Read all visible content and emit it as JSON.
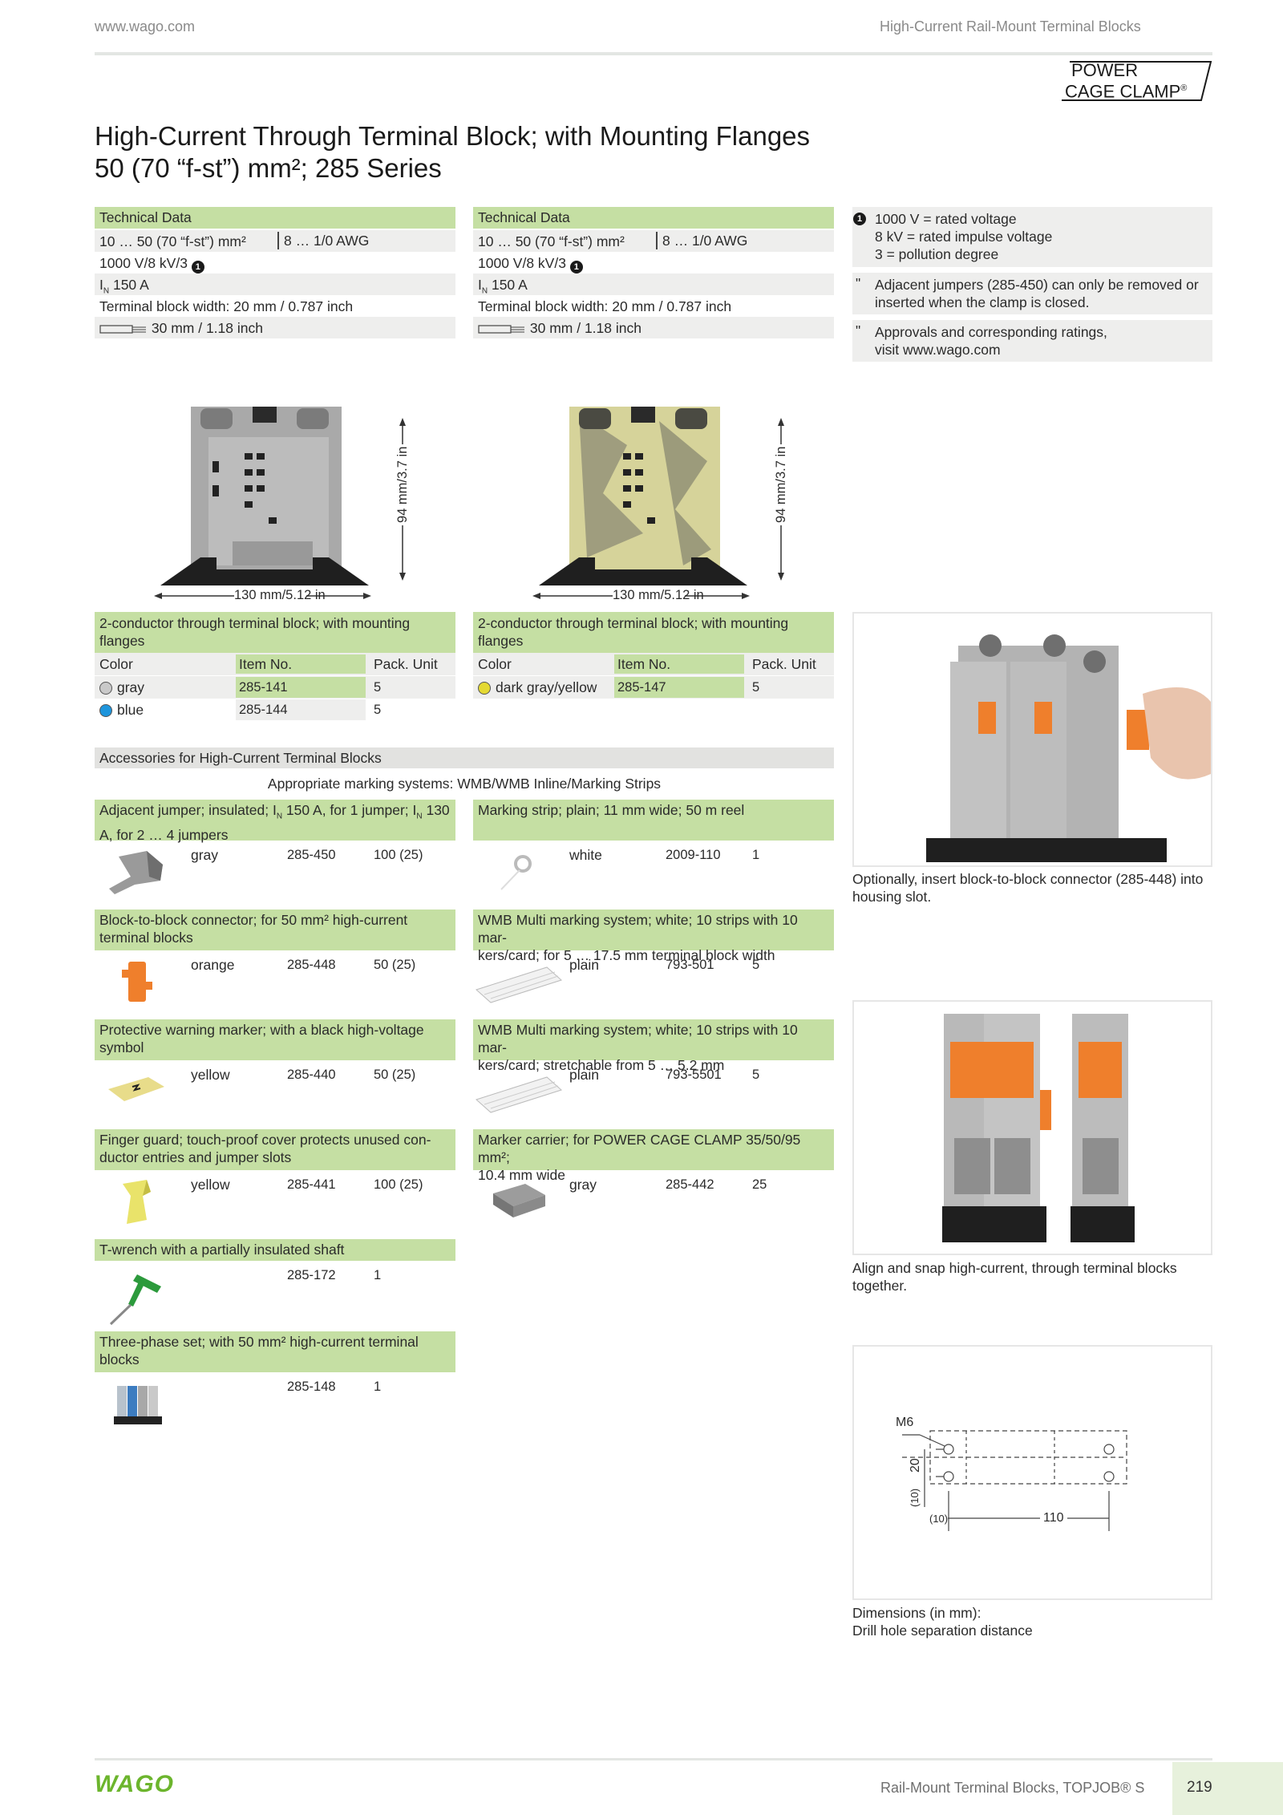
{
  "header": {
    "url": "www.wago.com",
    "section": "High-Current Rail-Mount Terminal Blocks"
  },
  "logo_box": {
    "line1": "POWER",
    "line2": "CAGE CLAMP",
    "reg": "®"
  },
  "title": {
    "line1": "High-Current Through Terminal Block; with Mounting Flanges",
    "line2": "50 (70 “f-st”) mm²; 285 Series"
  },
  "tech_left": {
    "header": "Technical Data",
    "cross_section": "10 … 50 (70 “f-st”) mm²",
    "awg": "8 … 1/0 AWG",
    "voltage": "1000 V/8 kV/3",
    "current_prefix": "I",
    "current_sub": "N",
    "current": " 150 A",
    "width": "Terminal block width: 20 mm / 0.787 inch",
    "strip": "30 mm / 1.18 inch"
  },
  "tech_right": {
    "header": "Technical Data",
    "cross_section": "10 … 50 (70 “f-st”) mm²",
    "awg": "8 … 1/0 AWG",
    "voltage": "1000 V/8 kV/3",
    "current_prefix": "I",
    "current_sub": "N",
    "current": " 150 A",
    "width": "Terminal block width: 20 mm / 0.787 inch",
    "strip": "30 mm / 1.18 inch"
  },
  "notes": {
    "n1_icon": "1",
    "n1_a": "1000 V = rated voltage",
    "n1_b": "8 kV = rated impulse voltage",
    "n1_c": "3 = pollution degree",
    "n2_mark": "\"",
    "n2_a": "Adjacent jumpers (285-450) can only be removed or",
    "n2_b": "inserted when the clamp is closed.",
    "n3_mark": "\"",
    "n3_a": "Approvals and corresponding ratings,",
    "n3_b": "visit www.wago.com"
  },
  "dims": {
    "height": "94 mm/3.7 in",
    "width": "130 mm/5.12 in"
  },
  "product_left": {
    "desc1": "2-conductor through terminal block; with mounting",
    "desc2": "flanges",
    "col_color": "Color",
    "col_item": "Item No.",
    "col_pack": "Pack. Unit",
    "rows": [
      {
        "color": "gray",
        "item": "285-141",
        "pack": "5",
        "swatch": "#c9c9c9"
      },
      {
        "color": "blue",
        "item": "285-144",
        "pack": "5",
        "swatch": "#1e95dc"
      }
    ]
  },
  "product_right": {
    "desc1": "2-conductor through terminal block; with mounting",
    "desc2": "flanges",
    "col_color": "Color",
    "col_item": "Item No.",
    "col_pack": "Pack. Unit",
    "rows": [
      {
        "color": "dark gray/yellow",
        "item": "285-147",
        "pack": "5",
        "swatch": "#e4d933"
      }
    ]
  },
  "accessories": {
    "header": "Accessories for High-Current Terminal Blocks",
    "marking": "Appropriate marking systems: WMB/WMB Inline/Marking Strips",
    "left": [
      {
        "d1": "Adjacent jumper; insulated; I",
        "d1_sub": "N",
        "d1_rest": " 150 A, for 1 jumper; I",
        "d1_sub2": "N",
        "d1_rest2": " 130",
        "d2": "A, for 2 … 4 jumpers",
        "color": "gray",
        "item": "285-450",
        "pack": "100 (25)"
      },
      {
        "d1": "Block-to-block connector; for 50 mm² high-current",
        "d2": "terminal blocks",
        "color": "orange",
        "item": "285-448",
        "pack": "50 (25)"
      },
      {
        "d1": "Protective warning marker; with a black high-voltage",
        "d2": "symbol",
        "color": "yellow",
        "item": "285-440",
        "pack": "50 (25)"
      },
      {
        "d1": "Finger guard; touch-proof cover protects unused con-",
        "d2": "ductor entries and jumper slots",
        "color": "yellow",
        "item": "285-441",
        "pack": "100 (25)"
      },
      {
        "d1": "T-wrench with a partially insulated shaft",
        "d2": "",
        "color": "",
        "item": "285-172",
        "pack": "1"
      },
      {
        "d1": "Three-phase set; with 50 mm² high-current terminal",
        "d2": "blocks",
        "color": "",
        "item": "285-148",
        "pack": "1"
      }
    ],
    "right": [
      {
        "d1": "Marking strip; plain; 11 mm wide; 50 m reel",
        "d2": "",
        "color": "white",
        "item": "2009-110",
        "pack": "1"
      },
      {
        "d1": "WMB Multi marking system; white; 10 strips with 10 mar-",
        "d2": "kers/card; for 5 … 17.5 mm terminal block width",
        "color": "plain",
        "item": "793-501",
        "pack": "5"
      },
      {
        "d1": "WMB Multi marking system; white; 10 strips with 10 mar-",
        "d2": "kers/card; stretchable from 5 … 5.2 mm",
        "color": "plain",
        "item": "793-5501",
        "pack": "5"
      },
      {
        "d1": "Marker carrier; for POWER CAGE CLAMP 35/50/95 mm²;",
        "d2": "10.4 mm wide",
        "color": "gray",
        "item": "285-442",
        "pack": "25"
      }
    ]
  },
  "captions": {
    "c1a": "Optionally, insert block-to-block connector (285-448) into",
    "c1b": "housing slot.",
    "c2a": "Align and snap high-current, through terminal blocks",
    "c2b": "together.",
    "c3a": "Dimensions (in mm):",
    "c3b": "Drill hole separation distance"
  },
  "drawing": {
    "m6": "M6",
    "d20": "20",
    "d10a": "(10)",
    "d10b": "(10)",
    "d110": "110"
  },
  "footer": {
    "brand": "WAGO",
    "text": "Rail-Mount Terminal Blocks, TOPJOB® S",
    "page": "219"
  }
}
